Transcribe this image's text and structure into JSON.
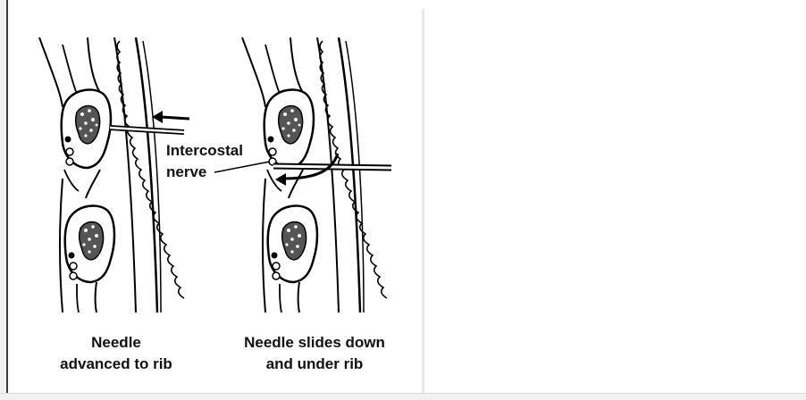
{
  "figure": {
    "left_panel_caption_line1": "Needle",
    "left_panel_caption_line2": "advanced to rib",
    "right_panel_caption_line1": "Needle slides down",
    "right_panel_caption_line2": "and under rib",
    "label_line1": "Intercostal",
    "label_line2": "nerve"
  }
}
